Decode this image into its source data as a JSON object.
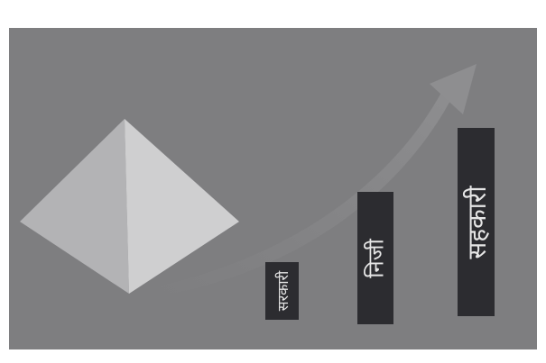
{
  "colors": {
    "background": "#7e7e80",
    "bar": "#2c2c30",
    "bar_text": "#e6e6e6",
    "pyramid_light": "#cfcfd0",
    "pyramid_dark": "#b3b3b5",
    "arrow": "#8e8e90"
  },
  "icons": {
    "pyramid": "pyramid-icon",
    "arrow": "growth-arrow-icon"
  },
  "bars": [
    {
      "label": "सरकारी"
    },
    {
      "label": "निजी"
    },
    {
      "label": "सहकारी"
    }
  ]
}
